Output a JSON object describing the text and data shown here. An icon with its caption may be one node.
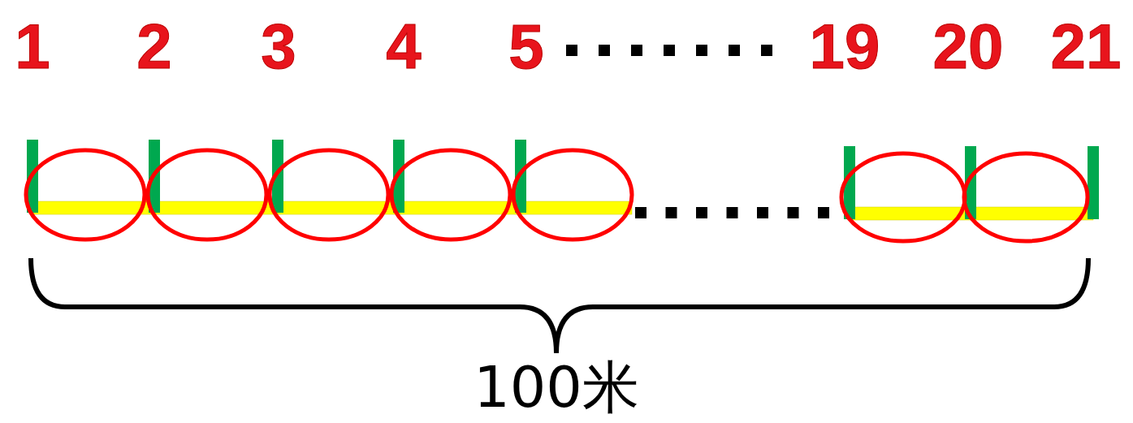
{
  "diagram": {
    "labels": [
      "1",
      "2",
      "3",
      "4",
      "5",
      "19",
      "20",
      "21",
      "100米"
    ]
  }
}
